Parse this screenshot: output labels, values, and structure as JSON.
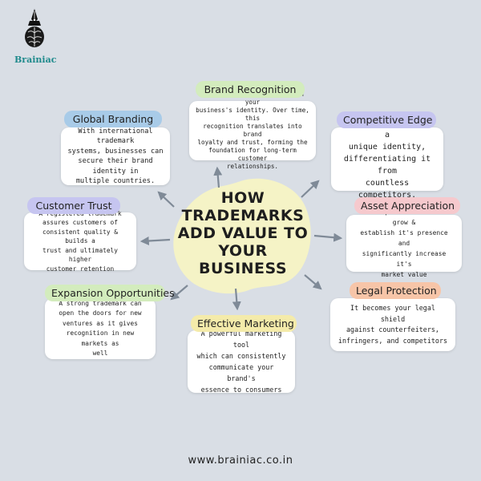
{
  "logo": {
    "name": "Brainiac",
    "icon": "brain-pen-nib-icon"
  },
  "title_lines": [
    "HOW",
    "TRADEMARKS",
    "ADD VALUE TO",
    "YOUR",
    "BUSINESS"
  ],
  "colors": {
    "background": "#d9dee5",
    "center_blob": "#f5f3c6",
    "blue_label": "#a8cbe8",
    "purple_label": "#c6c5f0",
    "green_label": "#d3ecbd",
    "pink_label": "#f6c9cd",
    "orange_label": "#f7c5a8",
    "yellow_label": "#f4ebaa",
    "arrow": "#7f8a97"
  },
  "nodes": {
    "brand_recognition": {
      "label": "Brand Recognition",
      "lines": [
        "It becomes a synonymous with your",
        "business's identity. Over time, this",
        "recognition translates into brand",
        "loyalty and trust, forming the",
        "foundation for long-term customer",
        "relationships."
      ]
    },
    "global_branding": {
      "label": "Global Branding",
      "lines": [
        "With international trademark",
        "systems, businesses can",
        "secure their brand identity in",
        "multiple countries."
      ]
    },
    "competitive_edge": {
      "label": "Competitive Edge",
      "lines": [
        "It gives your brand a",
        "unique identity,",
        "differentiating it from",
        "countless competitors."
      ]
    },
    "customer_trust": {
      "label": "Customer Trust",
      "lines": [
        "A registered trademark",
        "assures customers of",
        "consistent quality & builds a",
        "trust and ultimately higher",
        "customer retention"
      ]
    },
    "asset_appreciation": {
      "label": "Asset Appreciation",
      "lines": [
        "It helps businesses to grow &",
        "establish it's presence and",
        "significantly increase it's",
        "market value"
      ]
    },
    "expansion_opportunities": {
      "label": "Expansion Opportunities",
      "lines": [
        "A strong trademark can",
        "open the doors for new",
        "ventures as it gives",
        "recognition in new markets as",
        "well"
      ]
    },
    "legal_protection": {
      "label": "Legal Protection",
      "lines": [
        "It becomes your legal shield",
        "against counterfeiters,",
        "infringers, and competitors"
      ]
    },
    "effective_marketing": {
      "label": "Effective Marketing",
      "lines": [
        "A powerful marketing tool",
        "which can consistently",
        "communicate your brand's",
        "essence to consumers"
      ]
    }
  },
  "footer": "www.brainiac.co.in"
}
